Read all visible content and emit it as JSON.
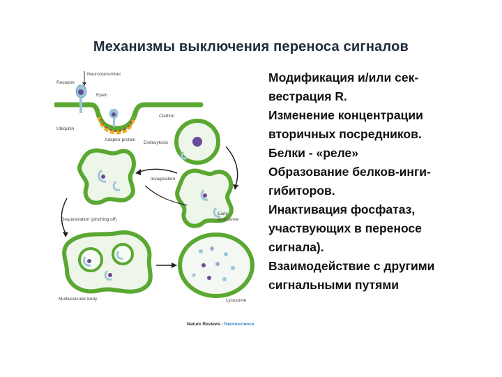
{
  "slide": {
    "title": "Механизмы выключения переноса сигналов"
  },
  "figure": {
    "labels": {
      "neurotransmitter": "Neurotransmitter",
      "receptor": "Receptor",
      "epsin": "Epsin",
      "clathrin": "Clathrin",
      "ubiquitin": "Ubiquitin",
      "adaptor_protein": "Adaptor protein",
      "endocytosis": "Endocytosis",
      "invagination": "Invagination",
      "early_endosome": "Early\nendosome",
      "sequestration": "Sequestration (pinching off)",
      "multivesicular_body": "Multivesicular body",
      "lysosome": "Lysosome"
    },
    "credit": {
      "journal": "Nature Reviews",
      "separator": "|",
      "section": "Neuroscience"
    },
    "colors": {
      "membrane": "#5aa832",
      "membrane_dark": "#3f8a22",
      "receptor": "#9cc6d8",
      "ligand": "#6a4a9a",
      "clathrin": "#e8b020",
      "adaptor": "#d03030"
    }
  },
  "bullets": [
    "Модификация и/или сек-",
    "вестрация R.",
    "Изменение  концентрации",
    "вторичных посредников.",
    "Белки - «реле»",
    "Образование белков-инги-",
    "гибиторов.",
    "Инактивация фосфатаз,",
    "участвующих в переносе",
    "сигнала).",
    "Взаимодействие с другими",
    "сигнальными путями"
  ]
}
